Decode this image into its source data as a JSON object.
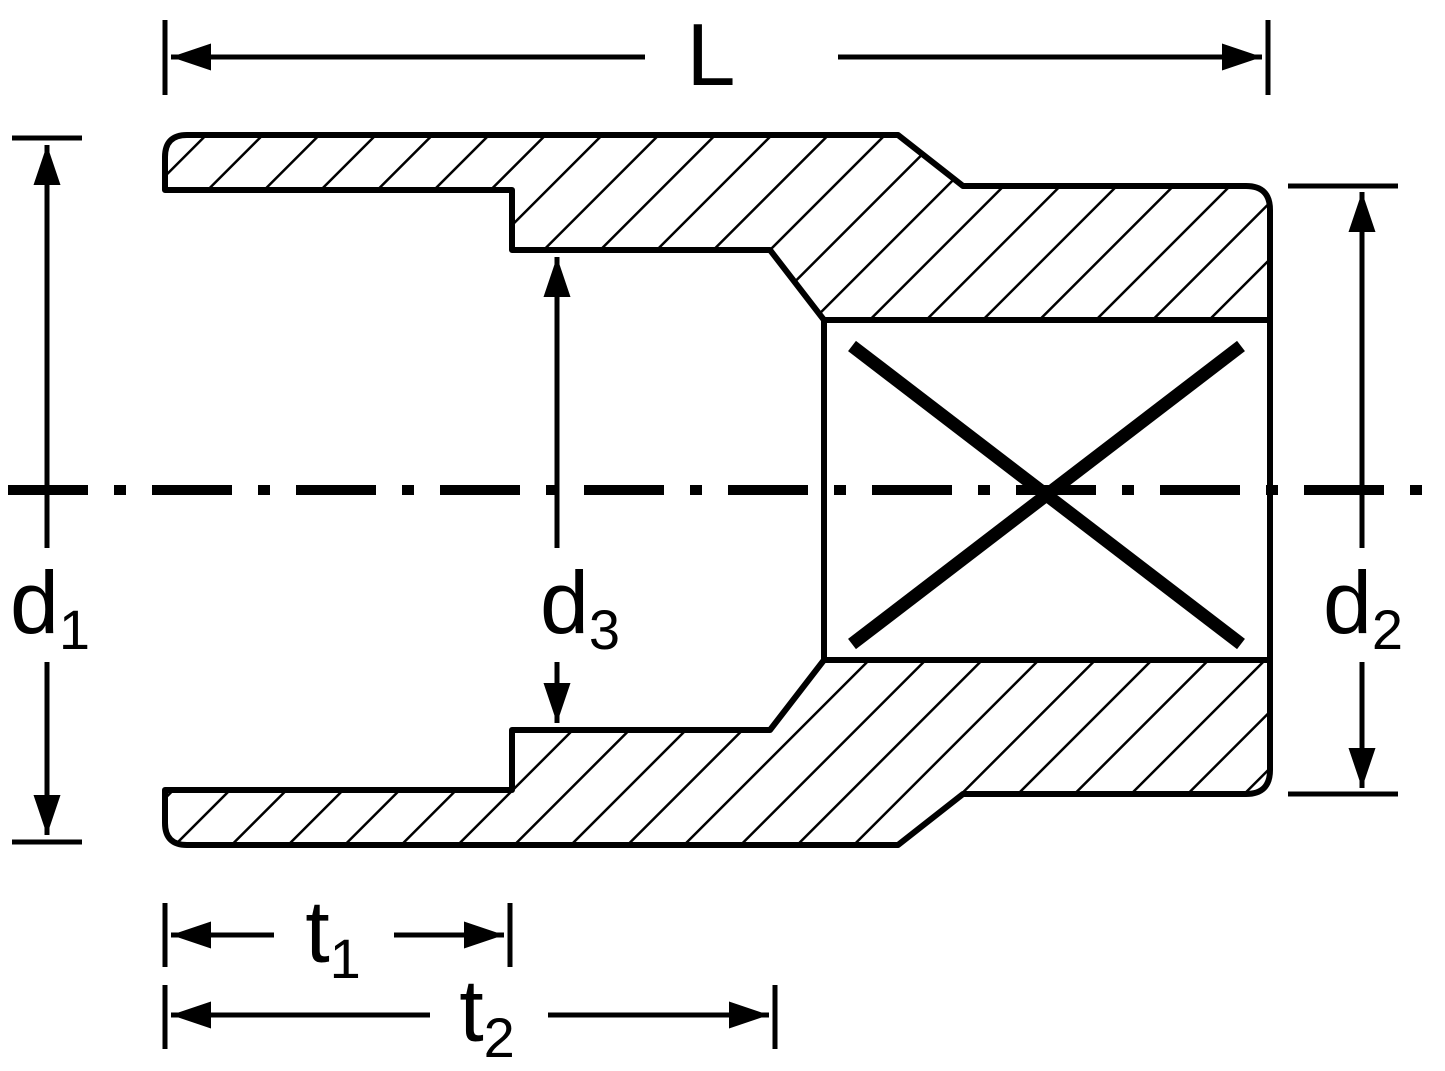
{
  "drawing": {
    "colors": {
      "line": "#000000",
      "background": "#ffffff"
    },
    "dimensions": {
      "L": {
        "main": "L",
        "sub": ""
      },
      "d1": {
        "main": "d",
        "sub": "1"
      },
      "d2": {
        "main": "d",
        "sub": "2"
      },
      "d3": {
        "main": "d",
        "sub": "3"
      },
      "t1": {
        "main": "t",
        "sub": "1"
      },
      "t2": {
        "main": "t",
        "sub": "2"
      }
    }
  }
}
